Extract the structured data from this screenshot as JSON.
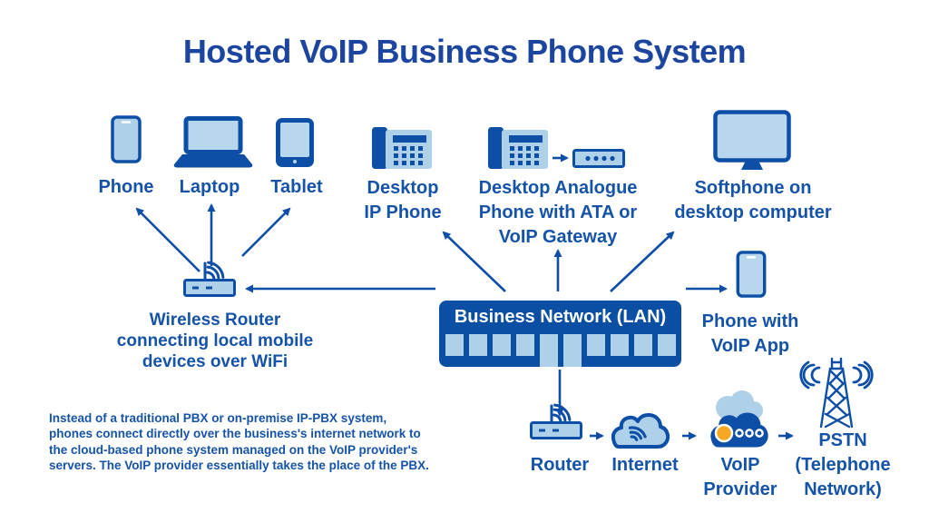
{
  "title": "Hosted VoIP Business Phone System",
  "colors": {
    "primary_blue": "#0d4ea6",
    "label_blue": "#1553a8",
    "light_blue_fill": "#aed0e8",
    "lan_box_fill": "#0a4fa4",
    "orange_dot": "#f7a823",
    "white": "#ffffff"
  },
  "devices": {
    "phone": {
      "label": "Phone",
      "icon": "smartphone-icon"
    },
    "laptop": {
      "label": "Laptop",
      "icon": "laptop-icon"
    },
    "tablet": {
      "label": "Tablet",
      "icon": "tablet-icon"
    },
    "desktop_ip_phone": {
      "line1": "Desktop",
      "line2": "IP Phone",
      "icon": "desk-phone-icon"
    },
    "analogue_phone": {
      "line1": "Desktop Analogue",
      "line2": "Phone with ATA or",
      "line3": "VoIP Gateway",
      "icon": "desk-phone-icon-with-ata"
    },
    "softphone": {
      "line1": "Softphone on",
      "line2": "desktop computer",
      "icon": "monitor-icon"
    },
    "wireless_router": {
      "line1": "Wireless Router",
      "line2": "connecting local mobile",
      "line3": "devices over WiFi",
      "icon": "wireless-router-icon"
    },
    "lan": {
      "label": "Business Network (LAN)",
      "icon": "network-lan-box"
    },
    "voip_app_phone": {
      "line1": "Phone with",
      "line2": "VoIP App",
      "icon": "smartphone-icon"
    },
    "router": {
      "label": "Router",
      "icon": "wireless-router-icon"
    },
    "internet": {
      "label": "Internet",
      "icon": "cloud-wifi-icon"
    },
    "voip_provider": {
      "line1": "VoIP",
      "line2": "Provider",
      "icon": "voip-cloud-icon"
    },
    "pstn": {
      "line1": "PSTN",
      "line2": "(Telephone",
      "line3": "Network)",
      "icon": "radio-tower-icon"
    }
  },
  "description": {
    "line1": "Instead of a traditional PBX or on-premise IP-PBX system,",
    "line2": "phones connect directly over the business's internet network to",
    "line3": "the cloud-based phone system managed on the VoIP provider's",
    "line4": "servers. The VoIP provider essentially takes the place of the PBX."
  }
}
